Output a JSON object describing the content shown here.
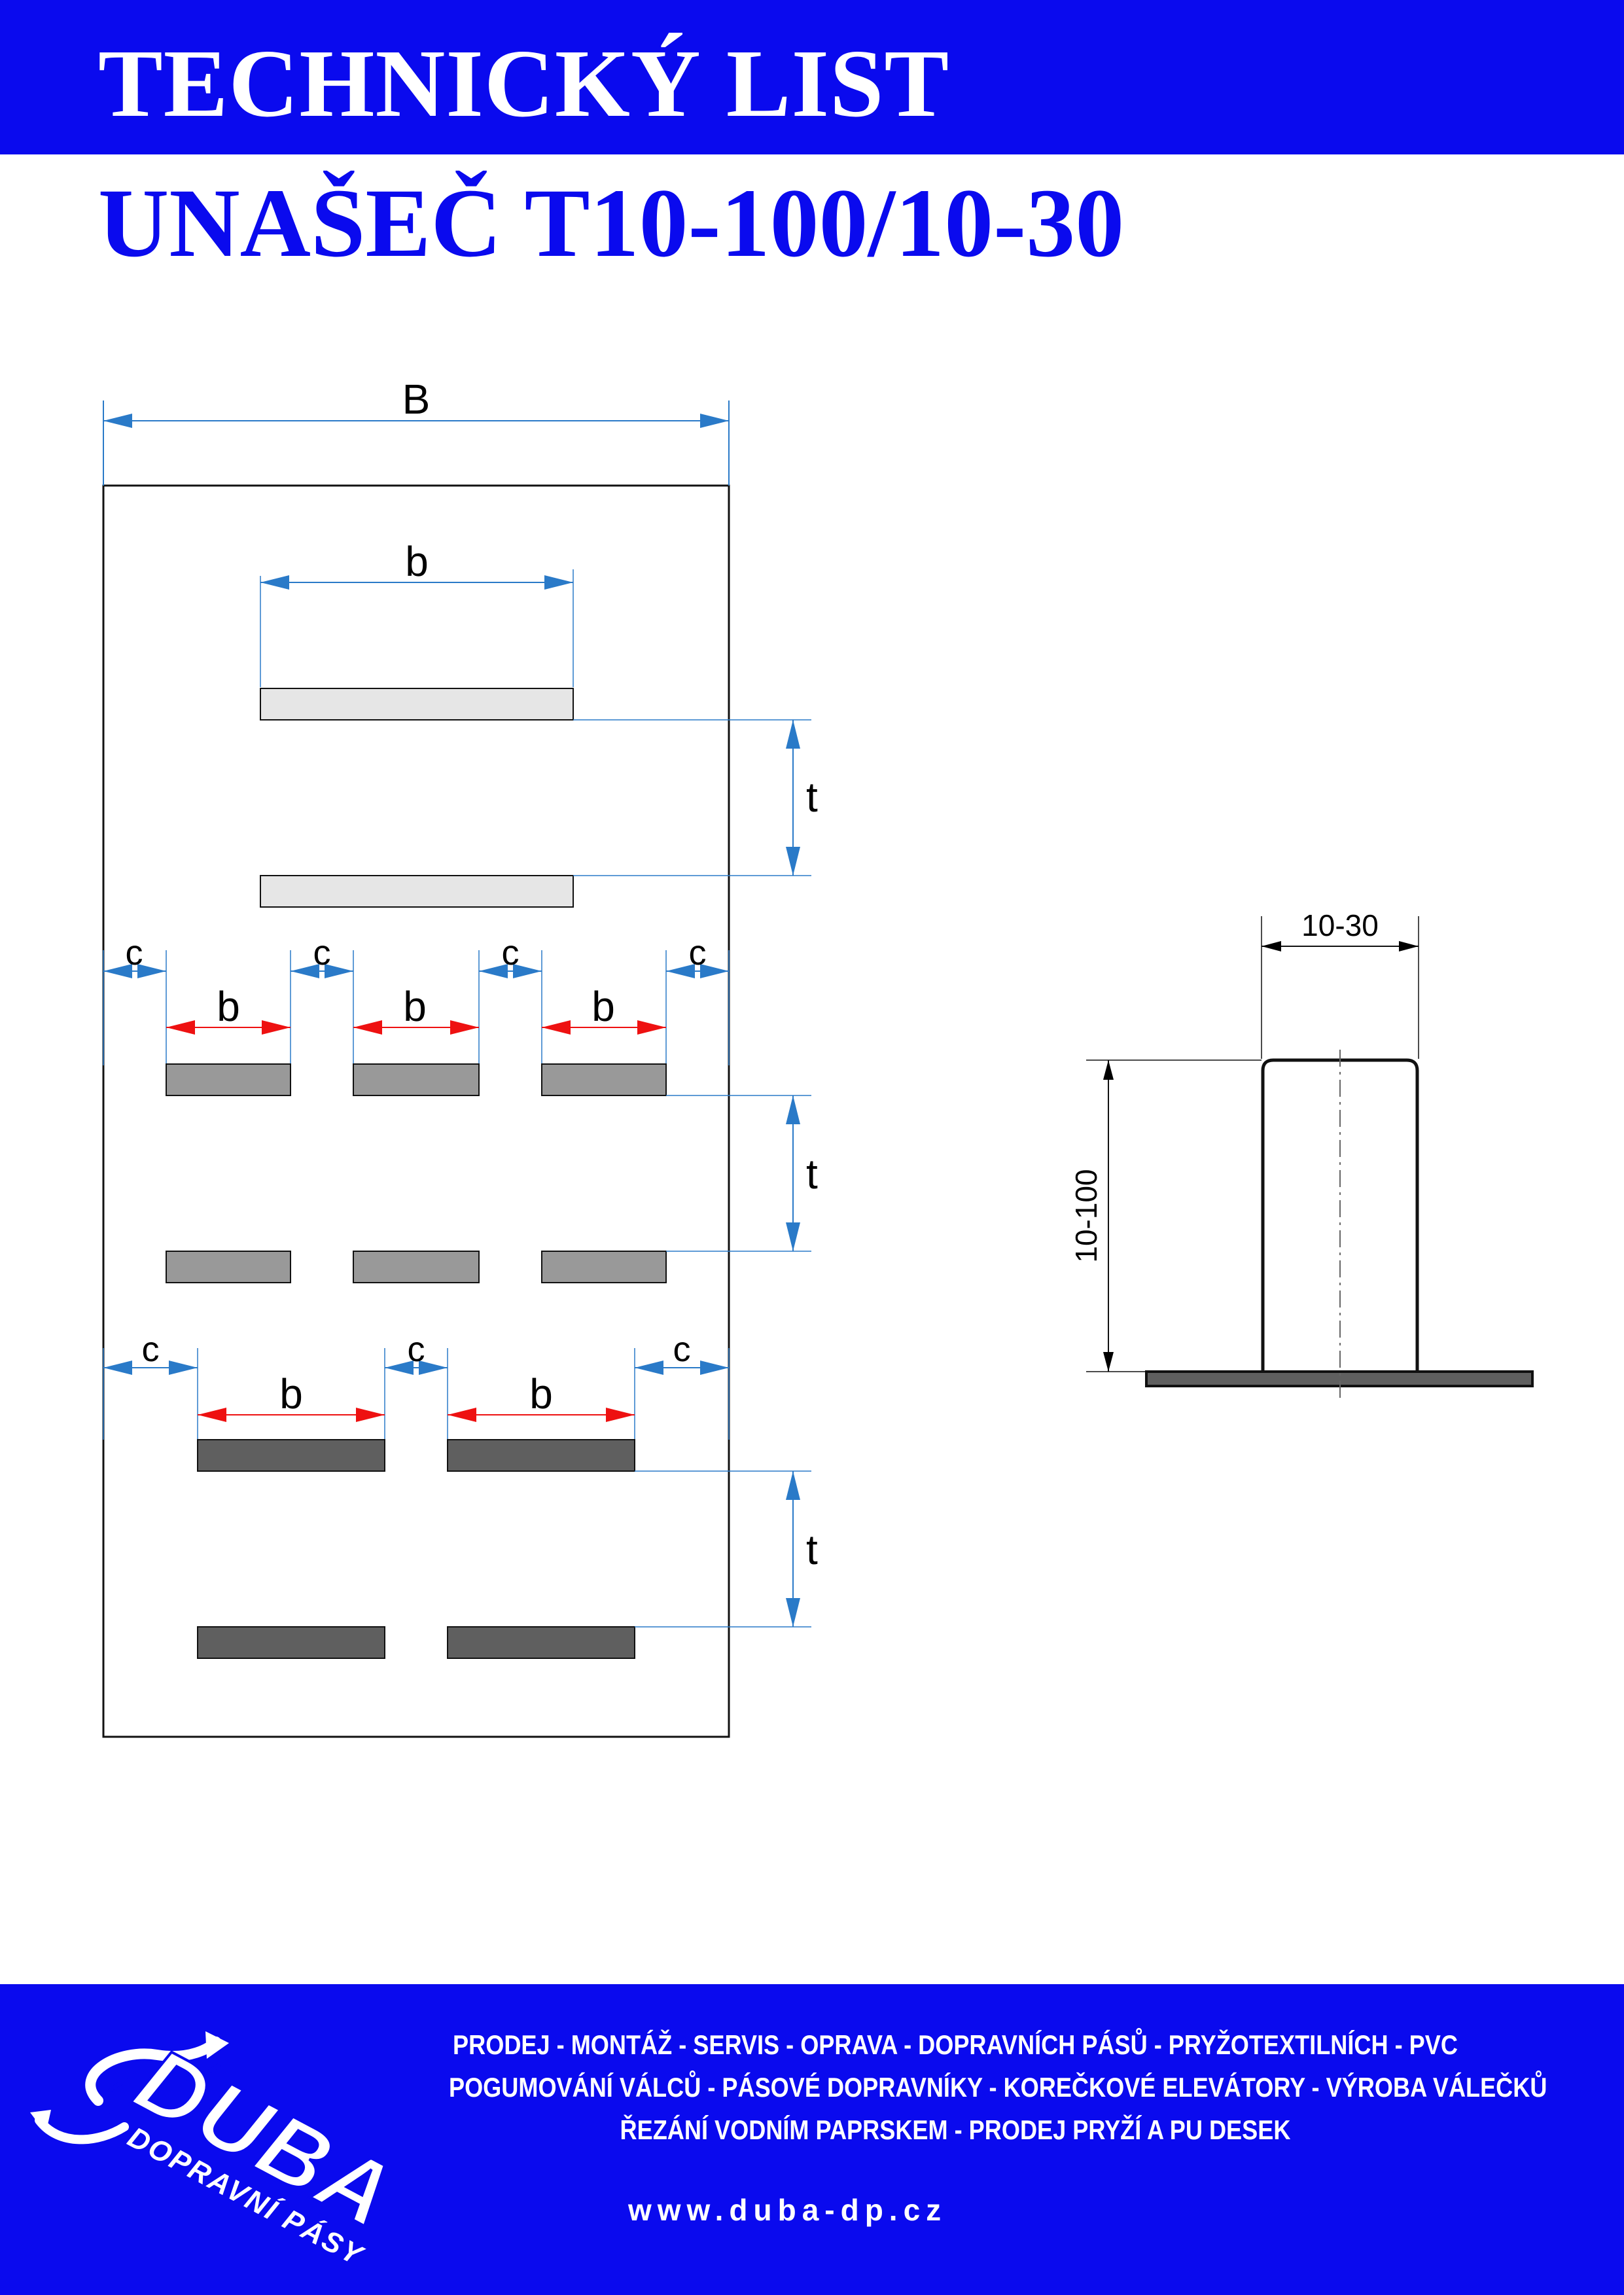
{
  "header": {
    "title": "TECHNICKÝ LIST"
  },
  "product": {
    "title": "UNAŠEČ T10-100/10-30"
  },
  "drawing": {
    "label_B": "B",
    "label_b": "b",
    "label_t": "t",
    "label_c": "c",
    "side_width": "10-30",
    "side_height": "10-100"
  },
  "footer": {
    "services": [
      "PRODEJ - MONTÁŽ - SERVIS - OPRAVA - DOPRAVNÍCH PÁSŮ - PRYŽOTEXTILNÍCH - PVC",
      "POGUMOVÁNÍ VÁLCŮ - PÁSOVÉ DOPRAVNÍKY - KOREČKOVÉ ELEVÁTORY - VÝROBA VÁLEČKŮ",
      "ŘEZÁNÍ VODNÍM PAPRSKEM - PRODEJ PRYŽÍ A PU DESEK"
    ],
    "website": "www.duba-dp.cz"
  },
  "logo": {
    "text": "DUBA",
    "subtext": "DOPRAVNÍ PÁSY"
  },
  "colors": {
    "brand_blue": "#0a0aee",
    "dimension_blue": "#2a7ac8",
    "dimension_red": "#ee1111",
    "cleat_light": "#e6e6e6",
    "cleat_medium": "#999999",
    "cleat_dark": "#5f5f5f"
  }
}
